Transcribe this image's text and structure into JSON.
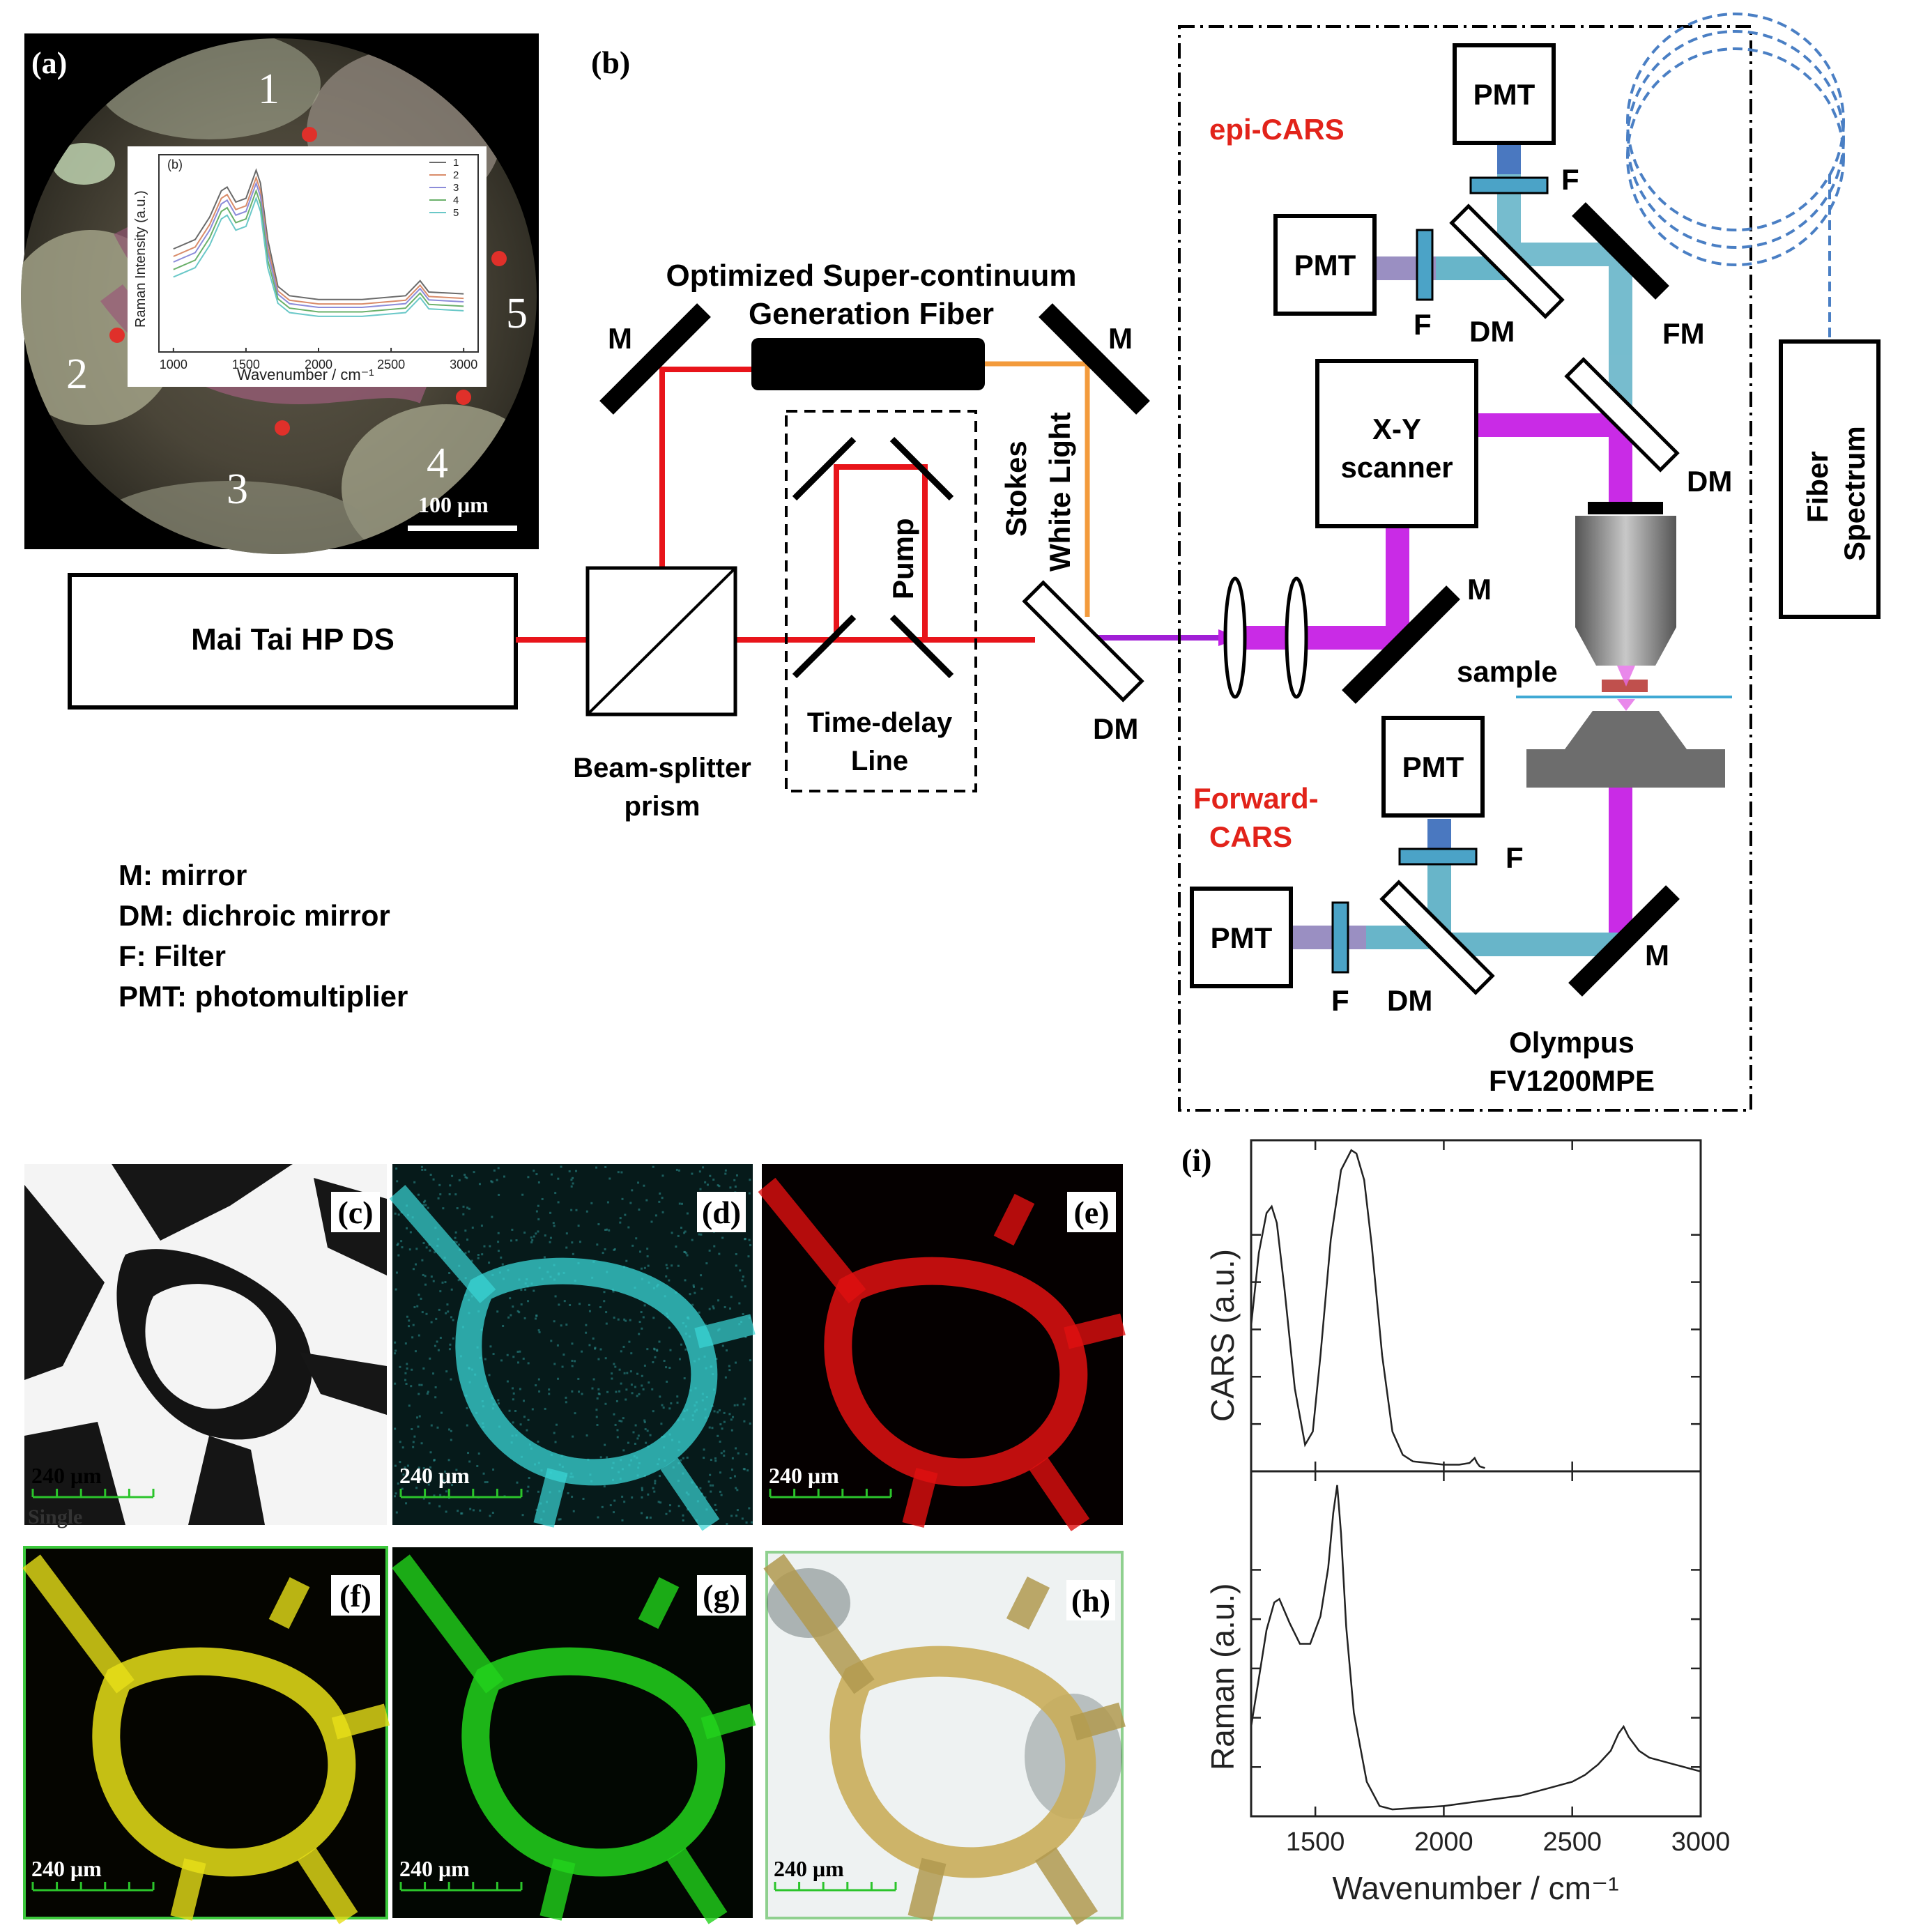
{
  "panel_a": {
    "label": "(a)",
    "points": [
      "1",
      "2",
      "3",
      "4",
      "5"
    ],
    "scale_bar": "100 μm",
    "inset": {
      "label": "(b)",
      "ylabel": "Raman Intensity (a.u.)",
      "xlabel": "Wavenumber / cm⁻¹",
      "xticks": [
        "1000",
        "1500",
        "2000",
        "2500",
        "3000"
      ],
      "legend": [
        "1",
        "2",
        "3",
        "4",
        "5"
      ],
      "colors": [
        "#6a6a6a",
        "#d98c6a",
        "#8c8cd9",
        "#6ab06a",
        "#6ac8c8"
      ]
    }
  },
  "panel_b": {
    "label": "(b)",
    "laser": "Mai Tai HP DS",
    "fiber_line1": "Optimized Super-continuum",
    "fiber_line2": "Generation Fiber",
    "pump": "Pump",
    "stokes_line1": "Stokes",
    "stokes_line2": "White Light",
    "delay_line1": "Time-delay",
    "delay_line2": "Line",
    "splitter_line1": "Beam-splitter",
    "splitter_line2": "prism",
    "m": "M",
    "dm": "DM",
    "f": "F",
    "fm": "FM",
    "pmt": "PMT",
    "epi": "epi-CARS",
    "forward_line1": "Forward-",
    "forward_line2": "CARS",
    "scanner_line1": "X-Y",
    "scanner_line2": "scanner",
    "sample": "sample",
    "olympus_line1": "Olympus",
    "olympus_line2": "FV1200MPE",
    "fiber_spectrum_line1": "Fiber",
    "fiber_spectrum_line2": "Spectrum",
    "legend": [
      "M: mirror",
      "DM: dichroic mirror",
      "F: Filter",
      "PMT: photomultiplier"
    ]
  },
  "images": [
    {
      "label": "(c)",
      "scale": "240 μm",
      "extra": "Single"
    },
    {
      "label": "(d)",
      "scale": "240 μm"
    },
    {
      "label": "(e)",
      "scale": "240 μm"
    },
    {
      "label": "(f)",
      "scale": "240 μm"
    },
    {
      "label": "(g)",
      "scale": "240 μm"
    },
    {
      "label": "(h)",
      "scale": "240 μm"
    }
  ],
  "chart_data": {
    "type": "line",
    "label": "(i)",
    "xlabel": "Wavenumber / cm⁻¹",
    "xlim": [
      1250,
      3000
    ],
    "xticks": [
      1500,
      2000,
      2500,
      3000
    ],
    "panels": [
      {
        "ylabel": "CARS (a.u.)",
        "ylim": [
          0,
          1
        ],
        "x": [
          1250,
          1280,
          1310,
          1330,
          1350,
          1380,
          1420,
          1460,
          1490,
          1520,
          1560,
          1600,
          1640,
          1660,
          1690,
          1720,
          1760,
          1800,
          1840,
          1880,
          1940,
          2000,
          2060,
          2100,
          2120,
          2130,
          2140,
          2160
        ],
        "y": [
          0.44,
          0.66,
          0.78,
          0.8,
          0.75,
          0.55,
          0.25,
          0.08,
          0.12,
          0.35,
          0.7,
          0.91,
          0.97,
          0.96,
          0.88,
          0.68,
          0.35,
          0.12,
          0.05,
          0.03,
          0.025,
          0.02,
          0.02,
          0.025,
          0.04,
          0.025,
          0.015,
          0.01
        ]
      },
      {
        "ylabel": "Raman (a.u.)",
        "ylim": [
          0,
          1
        ],
        "x": [
          1250,
          1280,
          1310,
          1340,
          1360,
          1400,
          1440,
          1480,
          1520,
          1550,
          1570,
          1585,
          1600,
          1620,
          1650,
          1700,
          1750,
          1800,
          1900,
          2000,
          2100,
          2200,
          2300,
          2400,
          2500,
          2550,
          2600,
          2650,
          2680,
          2700,
          2720,
          2760,
          2800,
          2900,
          3000
        ],
        "y": [
          0.26,
          0.4,
          0.54,
          0.62,
          0.63,
          0.56,
          0.5,
          0.5,
          0.58,
          0.72,
          0.88,
          0.96,
          0.82,
          0.55,
          0.3,
          0.1,
          0.03,
          0.02,
          0.025,
          0.03,
          0.04,
          0.05,
          0.06,
          0.08,
          0.1,
          0.12,
          0.15,
          0.19,
          0.24,
          0.26,
          0.23,
          0.19,
          0.17,
          0.15,
          0.13
        ]
      }
    ]
  }
}
